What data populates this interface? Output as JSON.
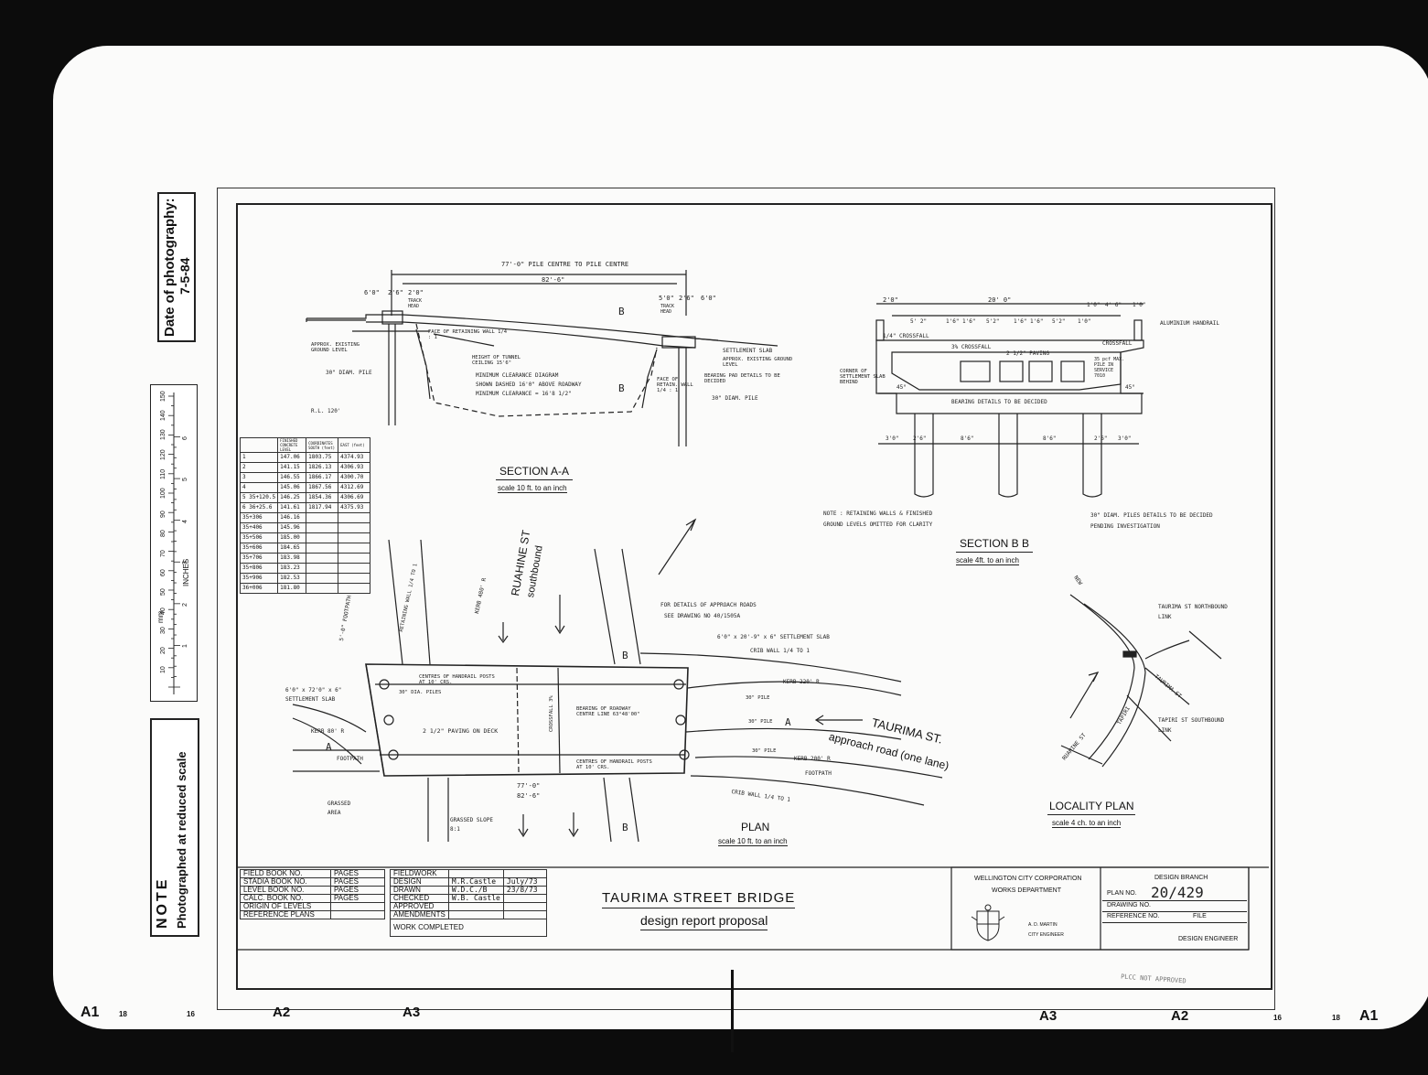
{
  "side_panel": {
    "date_label": "Date of photography:",
    "date_value": "7-5-84",
    "scale_mm": "mm",
    "scale_inches": "INCHES",
    "scale_mm_ticks": [
      "10",
      "20",
      "30",
      "40",
      "50",
      "60",
      "70",
      "80",
      "90",
      "100",
      "110",
      "120",
      "130",
      "140",
      "150"
    ],
    "scale_in_ticks": [
      "1",
      "2",
      "3",
      "4",
      "5",
      "6"
    ],
    "note_title": "NOTE",
    "note_text": "Photographed at reduced scale"
  },
  "drawing": {
    "section_aa": {
      "title": "SECTION A-A",
      "scale": "scale 10 ft. to an inch",
      "dim_pile": "77'-0\" PILE CENTRE TO PILE CENTRE",
      "dim_total": "82'-6\"",
      "dims_left": [
        "6'0\"",
        "2'6\"",
        "2'0\""
      ],
      "dims_right": [
        "5'0\"",
        "2'6\"",
        "6'0\""
      ],
      "track_left": "TRACK HEAD",
      "track_right": "TRACK HEAD",
      "notes": [
        "APPROX. EXISTING GROUND LEVEL",
        "FACE OF RETAINING WALL 1/4 : 1",
        "HEIGHT OF TUNNEL CEILING 15'6\"",
        "MINIMUM CLEARANCE DIAGRAM",
        "SHOWN DASHED 16'0\" ABOVE ROADWAY",
        "MINIMUM CLEARANCE = 16'8 1/2\"",
        "SETTLEMENT SLAB",
        "APPROX. EXISTING GROUND LEVEL",
        "BEARING PAD DETAILS TO BE DECIDED",
        "FACE OF RETAIN. WALL 1/4 : 1",
        "30\" DIAM. PILE",
        "30\" DIAM. PILE",
        "R.L. 120'"
      ],
      "b_marker": "B",
      "b_marker2": "B"
    },
    "section_bb": {
      "title": "SECTION B B",
      "scale": "scale 4ft. to an inch",
      "dim_top": "20' 0\"",
      "dims": [
        "2'0\"",
        "1'0\"",
        "4' 6\"",
        "1'0\""
      ],
      "dims_row2": [
        "5' 2\"",
        "1'6\"",
        "1'6\"",
        "5'2\"",
        "1'6\"",
        "1'6\"",
        "5'2\"",
        "1'0\""
      ],
      "dims_bottom": [
        "3'0\"",
        "2'6\"",
        "8'6\"",
        "8'6\"",
        "2'6\"",
        "3'0\""
      ],
      "notes": [
        "ALUMINIUM HANDRAIL",
        "1/4\" CROSSFALL",
        "3% CROSSFALL",
        "2 1/2\" PAVING",
        "CROSSFALL",
        "35 pcf MAX. PILE IN SERVICE 7010",
        "CORNER OF SETTLEMENT SLAB BEHIND",
        "BEARING DETAILS TO BE DECIDED",
        "45°",
        "45°"
      ],
      "note_main": "NOTE : RETAINING WALLS & FINISHED GROUND LEVELS OMITTED FOR CLARITY",
      "piles_note": "30\" DIAM. PILES DETAILS TO BE DECIDED PENDING INVESTIGATION"
    },
    "coord_table": {
      "headers": [
        "",
        "FINISHED CONCRETE LEVEL",
        "COORDINATES SOUTH (feet)",
        "EAST (feet)"
      ],
      "rows": [
        [
          "1",
          "147.06",
          "1803.75",
          "4374.93"
        ],
        [
          "2",
          "141.15",
          "1826.13",
          "4306.93"
        ],
        [
          "3",
          "146.55",
          "1866.17",
          "4300.70"
        ],
        [
          "4",
          "145.06",
          "1867.56",
          "4312.69"
        ],
        [
          "5 35+120.5",
          "146.25",
          "1854.36",
          "4306.69"
        ],
        [
          "6 36+25.6",
          "141.61",
          "1817.94",
          "4375.93"
        ],
        [
          "35+306",
          "146.16",
          "",
          ""
        ],
        [
          "35+406",
          "145.96",
          "",
          ""
        ],
        [
          "35+506",
          "185.00",
          "",
          ""
        ],
        [
          "35+606",
          "184.65",
          "",
          ""
        ],
        [
          "35+706",
          "183.98",
          "",
          ""
        ],
        [
          "35+806",
          "183.23",
          "",
          ""
        ],
        [
          "35+906",
          "182.53",
          "",
          ""
        ],
        [
          "36+006",
          "181.80",
          "",
          ""
        ]
      ]
    },
    "plan": {
      "title": "PLAN",
      "scale": "scale 10 ft. to an inch",
      "ruahine": "RUAHINE ST",
      "southbound": "southbound",
      "taurima": "TAURIMA ST.",
      "approach": "approach road (one lane)",
      "approach_note1": "FOR DETAILS OF APPROACH ROADS",
      "approach_note2": "SEE DRAWING NO 40/1505A",
      "slab_top": "6'0\" x 20'-9\" x 6\" SETTLEMENT SLAB",
      "slab_left": "6'0\" x 72'0\" x 6\" SETTLEMENT SLAB",
      "handrail_top": "CENTRES OF HANDRAIL POSTS AT 10' CRS.",
      "handrail_bottom": "CENTRES OF HANDRAIL POSTS AT 10' CRS.",
      "dia_piles": "30\" DIA. PILES",
      "paving": "2 1/2\" PAVING ON DECK",
      "bearing": "BEARING OF ROADWAY CENTRE LINE 63°48'00\"",
      "crossfall": "CROSSFALL 3%",
      "crib_top": "CRIB WALL 1/4 TO 1",
      "crib_bottom": "CRIB WALL 1/4 TO 1",
      "kerb_top": "KERB 220' R",
      "kerb_bottom": "KERB 200' R",
      "kerb_left": "KERB 80' R",
      "kerb_ruahine": "KERB 480' R",
      "footpath": "FOOTPATH",
      "footpath2": "FOOTPATH",
      "footpath_top": "5'-0\" FOOTPATH",
      "grassed_area": "GRASSED AREA",
      "grassed_slope": "GRASSED SLOPE 8:1",
      "pile_labels": [
        "30\" PILE",
        "30\" PILE",
        "30\" PILE"
      ],
      "dim_770": "77'-0\"",
      "dim_826": "82'-6\"",
      "section_a": "A",
      "section_a2": "A",
      "b_marker": "B",
      "b_marker2": "B",
      "retaining_wall": "RETAINING WALL 1/4 TO 1"
    },
    "locality": {
      "title": "LOCALITY PLAN",
      "scale": "scale 4 ch. to an inch",
      "taurima_link": "TAURIMA ST NORTHBOUND LINK",
      "tapiri_link": "TAPIRI ST SOUTHBOUND LINK",
      "ruahine": "RUAHINE ST",
      "tapiri": "TAPIRI",
      "taurima": "TAURIMA ST",
      "new": "NEW"
    },
    "title_block": {
      "left_rows": [
        [
          "FIELD BOOK NO.",
          "PAGES"
        ],
        [
          "STADIA BOOK NO.",
          "PAGES"
        ],
        [
          "LEVEL BOOK NO.",
          "PAGES"
        ],
        [
          "CALC. BOOK NO.",
          "PAGES"
        ],
        [
          "ORIGIN OF LEVELS",
          ""
        ],
        [
          "REFERENCE PLANS",
          ""
        ]
      ],
      "mid_rows": [
        [
          "FIELDWORK",
          "",
          ""
        ],
        [
          "DESIGN",
          "M.R.Castle",
          "July/73"
        ],
        [
          "DRAWN",
          "W.D.C./B",
          "23/8/73"
        ],
        [
          "CHECKED",
          "W.B. Castle",
          ""
        ],
        [
          "APPROVED",
          "",
          ""
        ],
        [
          "AMENDMENTS",
          "",
          ""
        ]
      ],
      "work_completed": "WORK COMPLETED",
      "title": "TAURIMA   STREET   BRIDGE",
      "subtitle": "design report proposal",
      "corp_line1": "WELLINGTON CITY CORPORATION",
      "corp_line2": "WORKS DEPARTMENT",
      "engineer_name": "A. D. MARTIN",
      "engineer_title": "CITY ENGINEER",
      "design_branch": "DESIGN BRANCH",
      "plan_no_label": "PLAN NO.",
      "plan_no_value": "20/429",
      "drawing_no_label": "DRAWING NO.",
      "reference_label": "REFERENCE NO.",
      "file_label": "FILE",
      "design_engineer": "DESIGN ENGINEER"
    },
    "stamp_note": "PLCC NOT APPROVED"
  },
  "margin_marks": [
    "A1",
    "18",
    "16",
    "A2",
    "A3",
    "A3",
    "A2",
    "16",
    "18",
    "A1"
  ]
}
